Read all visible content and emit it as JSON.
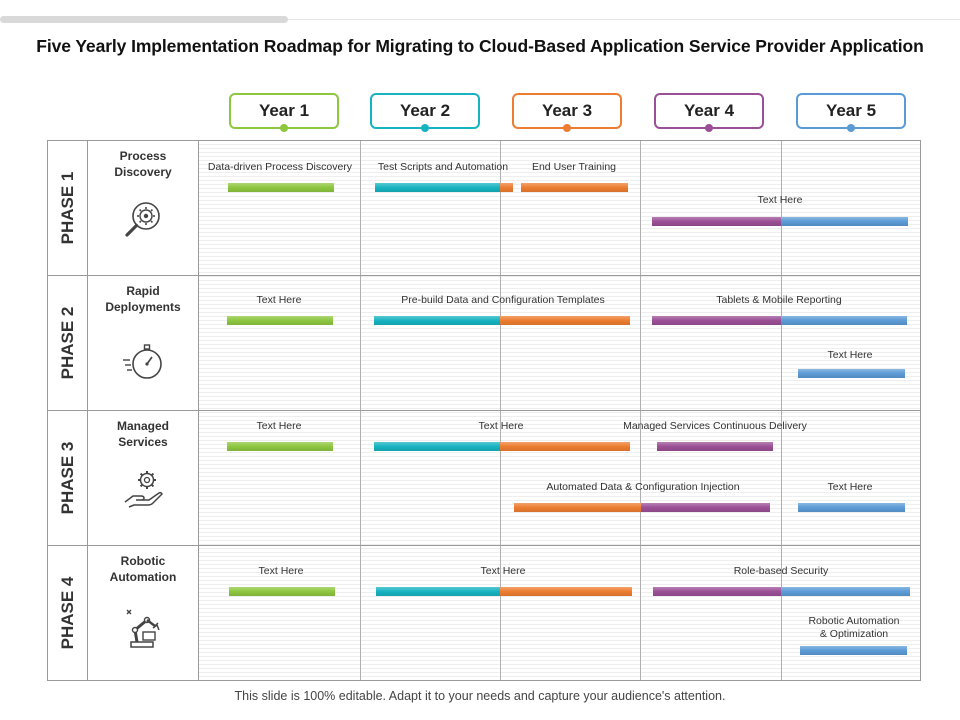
{
  "title": "Five Yearly Implementation Roadmap for Migrating to Cloud-Based Application Service Provider Application",
  "years": [
    {
      "label": "Year 1",
      "color": "#8dc63f"
    },
    {
      "label": "Year 2",
      "color": "#17b3c1"
    },
    {
      "label": "Year 3",
      "color": "#ed7d31"
    },
    {
      "label": "Year 4",
      "color": "#9b4f96"
    },
    {
      "label": "Year 5",
      "color": "#5b9bd5"
    }
  ],
  "phases": [
    {
      "label": "PHASE 1",
      "category": "Process\nDiscovery",
      "icon": "magnifier-gear-icon"
    },
    {
      "label": "PHASE 2",
      "category": "Rapid\nDeployments",
      "icon": "stopwatch-icon"
    },
    {
      "label": "PHASE 3",
      "category": "Managed\nServices",
      "icon": "hand-gear-icon"
    },
    {
      "label": "PHASE 4",
      "category": "Robotic\nAutomation",
      "icon": "robotic-arm-icon"
    }
  ],
  "tasks": {
    "p1_data_driven": "Data-driven Process Discovery",
    "p1_test_scripts": "Test Scripts and Automation",
    "p1_end_user": "End User Training",
    "p1_text_here": "Text Here",
    "p2_text_here": "Text Here",
    "p2_prebuild": "Pre-build Data and Configuration Templates",
    "p2_tablets": "Tablets & Mobile Reporting",
    "p2_text_here_2": "Text Here",
    "p3_text_here": "Text Here",
    "p3_text_here_2": "Text Here",
    "p3_managed_services": "Managed Services Continuous Delivery",
    "p3_automated": "Automated Data & Configuration Injection",
    "p3_text_here_3": "Text Here",
    "p4_text_here": "Text Here",
    "p4_text_here_2": "Text Here",
    "p4_role_based": "Role-based Security",
    "p4_robotic_1": "Robotic Automation",
    "p4_robotic_2": "& Optimization"
  },
  "footer": "This slide is 100% editable. Adapt it to your needs and capture your audience's attention."
}
